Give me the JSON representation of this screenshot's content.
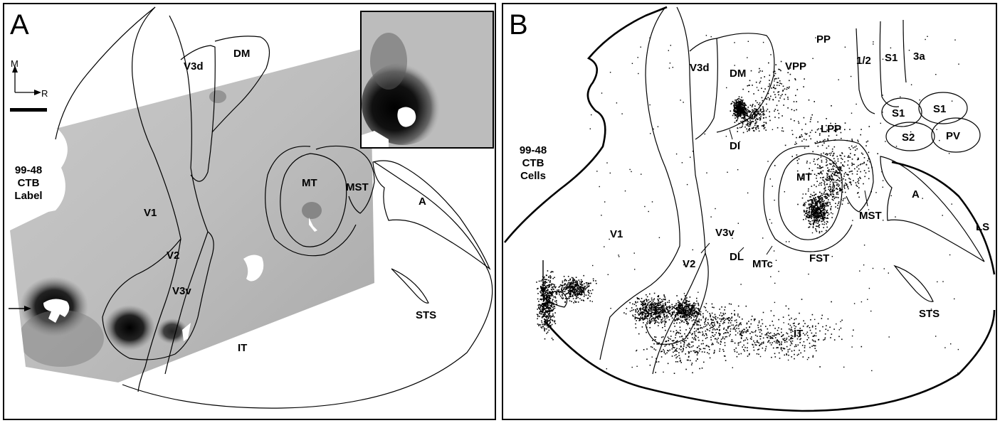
{
  "panel_a": {
    "letter": "A",
    "orientation": {
      "m": "M",
      "r": "R"
    },
    "case_id": [
      "99-48",
      "CTB",
      "Label"
    ],
    "areas": {
      "v3d": "V3d",
      "dm": "DM",
      "mt": "MT",
      "mst": "MST",
      "a": "A",
      "v1": "V1",
      "v2": "V2",
      "v3v": "V3v",
      "sts": "STS",
      "it": "IT"
    }
  },
  "panel_b": {
    "letter": "B",
    "case_id": [
      "99-48",
      "CTB",
      "Cells"
    ],
    "areas": {
      "pp": "PP",
      "one_two": "1/2",
      "s1_top": "S1",
      "three_a": "3a",
      "vpp": "VPP",
      "v3d": "V3d",
      "dm": "DM",
      "di": "DI",
      "s1_left": "S1",
      "s1_right": "S1",
      "s2": "S2",
      "pv": "PV",
      "lpp": "LPP",
      "mt": "MT",
      "mst": "MST",
      "a": "A",
      "ls": "LS",
      "v1": "V1",
      "v3v": "V3v",
      "dl": "DL",
      "mtc": "MTc",
      "fst": "FST",
      "v2": "V2",
      "sts": "STS",
      "it": "IT"
    }
  }
}
